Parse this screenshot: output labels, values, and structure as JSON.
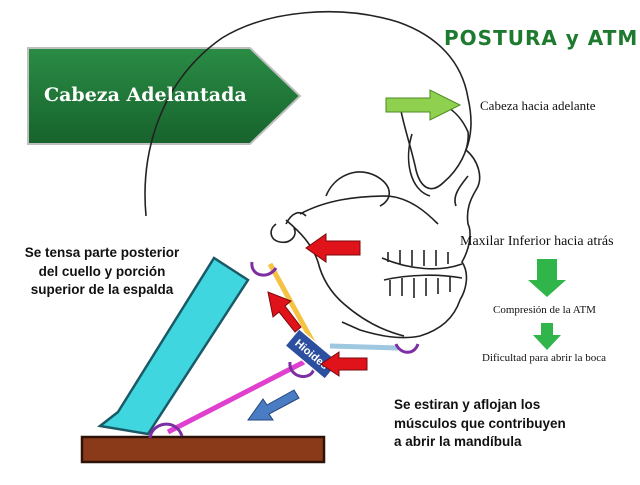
{
  "logo": {
    "text": "POSTURA y ATM",
    "color": "#1e7a2e"
  },
  "banner": {
    "text": "Cabeza Adelantada",
    "color": "#1f7d3a"
  },
  "labels": {
    "head_forward": "Cabeza hacia adelante",
    "jaw_back": "Maxilar Inferior hacia atrás",
    "tmj_compression": "Compresión de la ATM",
    "mouth_opening": "Dificultad para abrir la boca",
    "neck_tension": "Se tensa parte posterior del cuello y porción superior de la espalda",
    "muscles": "Se estiran y aflojan los músculos que contribuyen a abrir la mandíbula",
    "hyoid": "Hioides"
  },
  "colors": {
    "green_arrow": "#2fb54a",
    "light_green_arrow": "#8fd14f",
    "red_arrow": "#e0121a",
    "blue_arrow": "#4a7cc4",
    "cyan_bar": "#3fd6e0",
    "brown_bar": "#8a3a18",
    "yellow_muscle": "#f5c242",
    "magenta_muscle": "#e040d0",
    "lightblue_muscle": "#9ec8e0",
    "purple_attachment": "#7b2fa3",
    "hyoid_box": "#2d4fa0"
  }
}
